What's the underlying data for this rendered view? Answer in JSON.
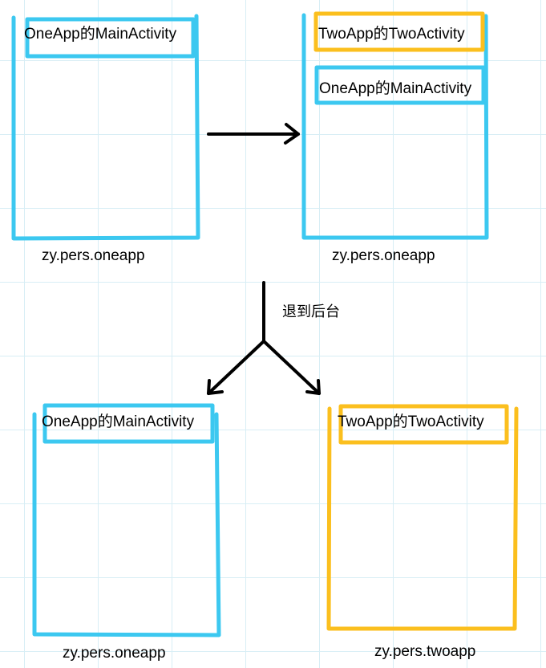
{
  "colors": {
    "one_app": "#3cc8f0",
    "two_app": "#fbbf1e",
    "arrow": "#000000"
  },
  "top_left": {
    "activity": "OneApp的MainActivity",
    "package": "zy.pers.oneapp"
  },
  "top_right": {
    "activity_top": "TwoApp的TwoActivity",
    "activity_bottom": "OneApp的MainActivity",
    "package": "zy.pers.oneapp"
  },
  "split_note": "退到后台",
  "bottom_left": {
    "activity": "OneApp的MainActivity",
    "package": "zy.pers.oneapp"
  },
  "bottom_right": {
    "activity": "TwoApp的TwoActivity",
    "package": "zy.pers.twoapp"
  }
}
